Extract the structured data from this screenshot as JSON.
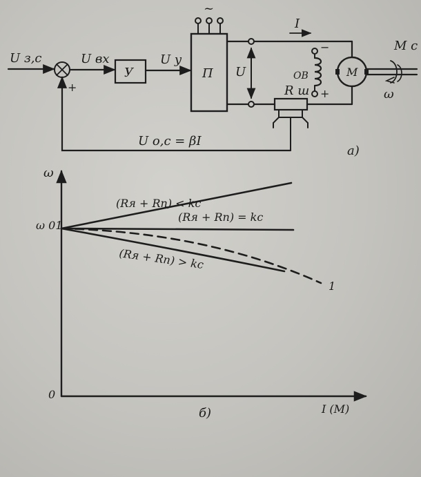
{
  "diagram_a": {
    "input_label": "U з,c",
    "summer_plus": "+",
    "input_error_label": "U вх",
    "amplifier_label": "У",
    "amplifier_output_label": "U у",
    "converter_label": "П",
    "ac_supply_symbol": "~",
    "voltage_label": "U",
    "current_label": "I",
    "field_winding_label": "ОВ",
    "field_minus": "−",
    "field_plus": "+",
    "shunt_label": "R ш",
    "motor_label": "М",
    "torque_label": "M c",
    "speed_label": "ω",
    "feedback_label": "U o,c = βI",
    "panel_label": "а)"
  },
  "diagram_b": {
    "y_axis_label": "ω",
    "origin_label": "0",
    "omega01_label": "ω 01",
    "curve_upper_label": "(Rя + Rп) < kc",
    "curve_mid_label": "(Rя + Rп) = kc",
    "curve_lower_label": "(Rя + Rп) > kc",
    "curve_dashed_label": "1",
    "x_axis_label": "I (M)",
    "panel_label": "б)"
  }
}
